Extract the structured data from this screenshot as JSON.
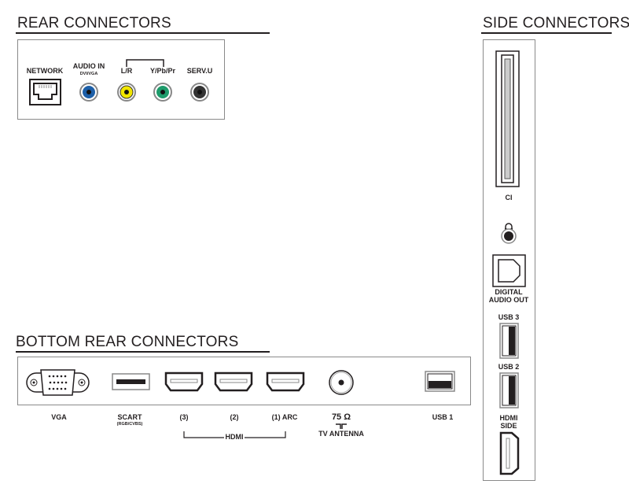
{
  "sections": {
    "rear": "REAR CONNECTORS",
    "side": "SIDE CONNECTORS",
    "bottom": "BOTTOM REAR CONNECTORS"
  },
  "rear": {
    "network": "NETWORK",
    "audio_in": "AUDIO IN",
    "audio_in_sub": "DVI/VGA",
    "lr": "L/R",
    "ypbpr": "Y/Pb/Pr",
    "servu": "SERV.U"
  },
  "bottom": {
    "vga": "VGA",
    "scart": "SCART",
    "scart_sub": "(RGB/CVBS)",
    "hdmi3": "(3)",
    "hdmi2": "(2)",
    "hdmi1": "(1) ARC",
    "hdmi_group": "HDMI",
    "antenna_ohm": "75 Ω",
    "antenna": "TV ANTENNA",
    "usb1": "USB 1"
  },
  "side": {
    "ci": "CI",
    "digital_audio_1": "DIGITAL",
    "digital_audio_2": "AUDIO OUT",
    "usb3": "USB 3",
    "usb2": "USB 2",
    "hdmi_side_1": "HDMI",
    "hdmi_side_2": "SIDE"
  },
  "colors": {
    "audio_in": "#1d5fa8",
    "lr": "#f2e600",
    "ypbpr": "#1e9b6b",
    "servu": "#333333"
  }
}
